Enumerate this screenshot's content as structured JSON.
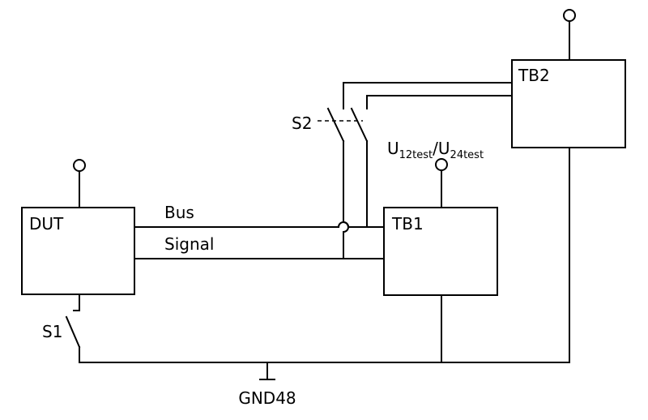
{
  "diagram": {
    "dut_label": "DUT",
    "tb1_label": "TB1",
    "tb2_label": "TB2",
    "bus_label": "Bus",
    "signal_label": "Signal",
    "s1_label": "S1",
    "s2_label": "S2",
    "gnd_label": "GND48",
    "supply_label": {
      "u1": "U",
      "sub1": "12test",
      "slash": "/",
      "u2": "U",
      "sub2": "24test"
    }
  }
}
